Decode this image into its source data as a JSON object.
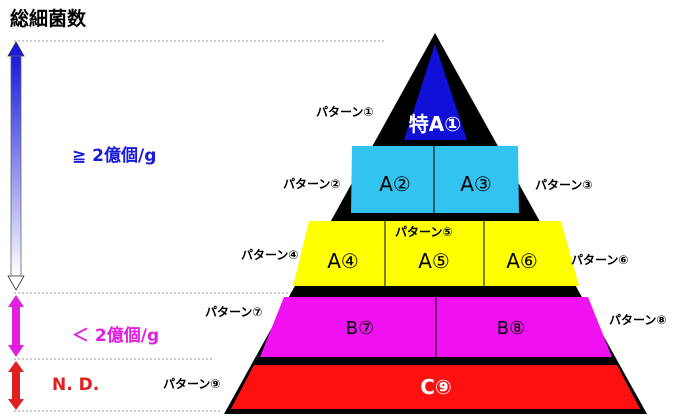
{
  "title": "総細菌数",
  "left_axis": {
    "high": {
      "label": "≧ 2億個/g",
      "color": "#1a1adc"
    },
    "mid": {
      "label": "＜ 2億個/g",
      "color": "#e020e0"
    },
    "low": {
      "label": "N. D.",
      "color": "#e02020"
    }
  },
  "pyramid": {
    "tiers": [
      {
        "name": "tier-1",
        "color": "#1010d8",
        "cells": [
          {
            "label": "特A①"
          }
        ]
      },
      {
        "name": "tier-2",
        "color": "#33c3f0",
        "cells": [
          {
            "label": "A②"
          },
          {
            "label": "A③"
          }
        ]
      },
      {
        "name": "tier-3",
        "color": "#ffff00",
        "cells": [
          {
            "label": "A④"
          },
          {
            "label": "A⑤"
          },
          {
            "label": "A⑥"
          }
        ]
      },
      {
        "name": "tier-4",
        "color": "#f010f0",
        "cells": [
          {
            "label": "B⑦"
          },
          {
            "label": "B⑧"
          }
        ]
      },
      {
        "name": "tier-5",
        "color": "#ff1010",
        "cells": [
          {
            "label": "C⑨"
          }
        ]
      }
    ]
  },
  "patterns": [
    "パターン①",
    "パターン②",
    "パターン③",
    "パターン④",
    "パターン⑤",
    "パターン⑥",
    "パターン⑦",
    "パターン⑧",
    "パターン⑨"
  ]
}
